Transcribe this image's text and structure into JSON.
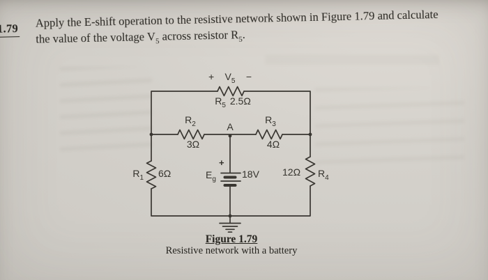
{
  "header": {
    "problem_number": "1.79",
    "statement": {
      "line1": "Apply the E-shift operation to the resistive network shown in Figure 1.79 and calculate",
      "line2_pre": "the value of the voltage V",
      "line2_sub1": "5",
      "line2_mid": " across resistor R",
      "line2_sub2": "5",
      "line2_end": "."
    }
  },
  "circuit": {
    "v5": {
      "plus": "+",
      "base": "V",
      "sub": "5",
      "minus": "−"
    },
    "r5": {
      "base": "R",
      "sub": "5",
      "value": "2.5Ω"
    },
    "r2": {
      "base": "R",
      "sub": "2",
      "value": "3Ω"
    },
    "r3": {
      "base": "R",
      "sub": "3",
      "value": "4Ω"
    },
    "r1": {
      "base": "R",
      "sub": "1",
      "value": "6Ω"
    },
    "r4": {
      "base": "R",
      "sub": "4",
      "value": "12Ω"
    },
    "battery": {
      "plus": "+",
      "base": "E",
      "sub": "g",
      "value": "18V"
    },
    "node_a": "A"
  },
  "caption": {
    "title": "Figure 1.79",
    "subtitle": "Resistive network with a battery"
  },
  "colors": {
    "ink": "#393631",
    "paper": "#d2cfc9"
  }
}
